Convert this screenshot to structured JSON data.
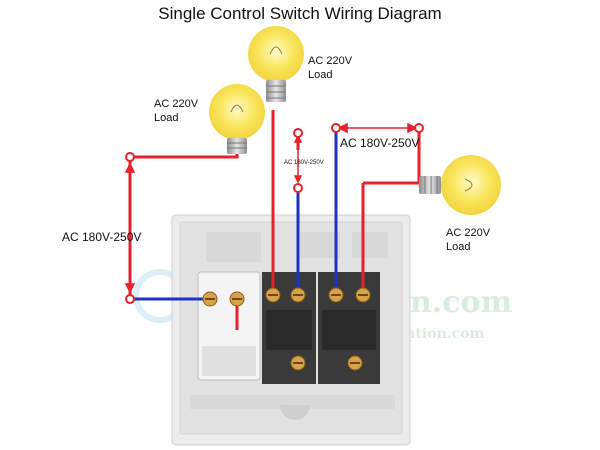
{
  "title": "Single Control Switch Wiring Diagram",
  "labels": {
    "load_left": [
      "AC 220V",
      "Load"
    ],
    "load_top": [
      "AC 220V",
      "Load"
    ],
    "load_right": [
      "AC 220V",
      "Load"
    ],
    "supply_left": "AC 180V-250V",
    "supply_middle": "AC 180V-250V",
    "supply_right": "AC 180V-250V"
  },
  "watermark": {
    "main": "n.com",
    "sub": "station.com"
  },
  "colors": {
    "live_wire": "#e8212b",
    "neutral_wire": "#1c32c8",
    "bulb_glow": "#f7e25a",
    "bulb_base": "#b9b9b9",
    "panel": "#ececec",
    "terminal_brass": "#d7a24a"
  },
  "icons": [
    "bulb-icon",
    "switch-panel",
    "terminal-screw"
  ]
}
